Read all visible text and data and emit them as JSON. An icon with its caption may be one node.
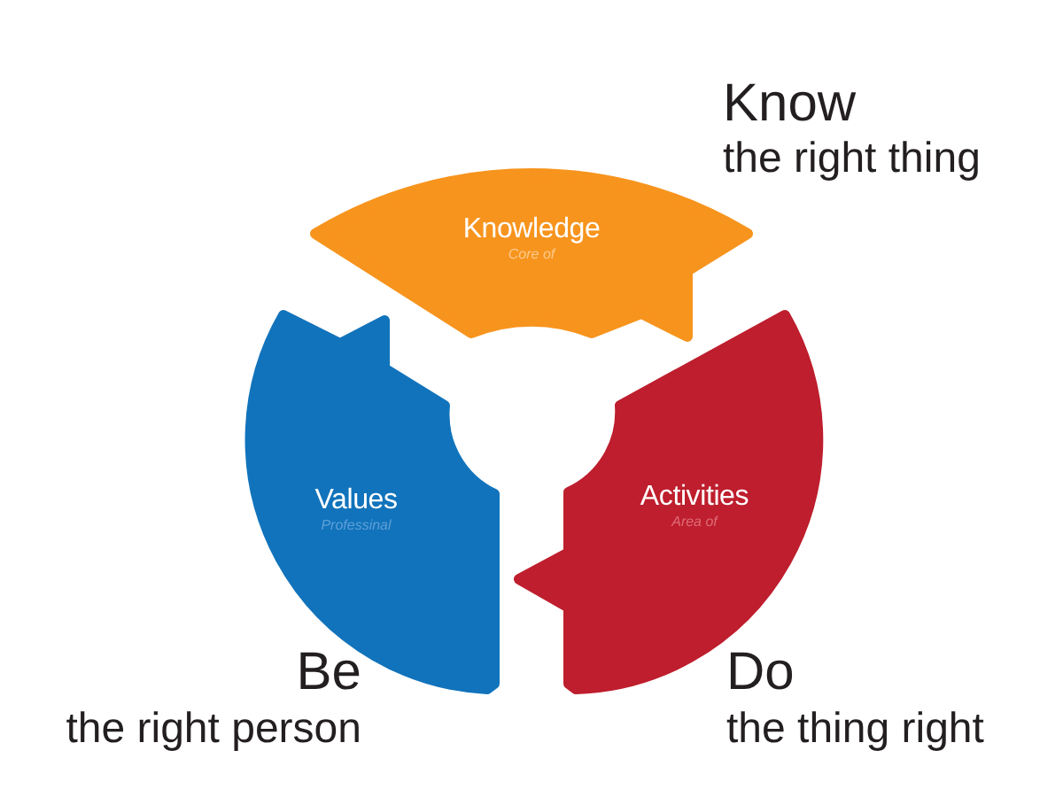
{
  "diagram": {
    "nodes": [
      {
        "text": [
          "Knowledge",
          "Core of"
        ],
        "beside": [
          "Know",
          "the right thing"
        ]
      },
      {
        "text": [
          "Values",
          "Professinal"
        ],
        "beside": [
          "Be",
          "the right person"
        ]
      },
      {
        "text": [
          "Activities",
          "Area of"
        ],
        "beside": [
          "Do",
          "the thing right"
        ]
      }
    ]
  }
}
